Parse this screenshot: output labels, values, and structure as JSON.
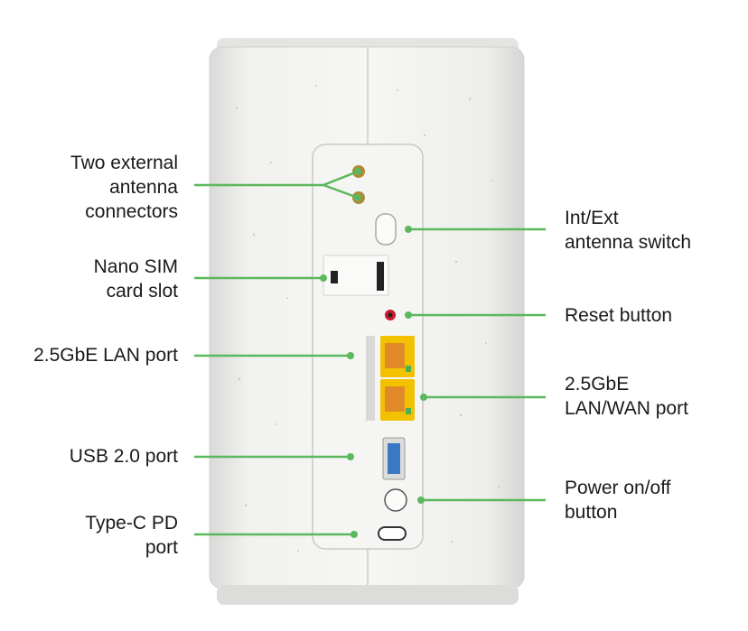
{
  "colors": {
    "leader_line": "#5cb85c",
    "device_body": "#ececea",
    "panel": "#f3f3f1",
    "port_yellow": "#f2c200",
    "port_orange": "#e08a2a",
    "usb_blue": "#3a78c6"
  },
  "labels": {
    "antenna_connectors": "Two external\nantenna\nconnectors",
    "nano_sim": "Nano SIM\ncard slot",
    "lan_port": "2.5GbE LAN port",
    "usb_port": "USB 2.0 port",
    "type_c": "Type-C PD\nport",
    "antenna_switch": "Int/Ext\nantenna switch",
    "reset": "Reset button",
    "lan_wan": "2.5GbE\nLAN/WAN port",
    "power": "Power on/off\nbutton"
  }
}
